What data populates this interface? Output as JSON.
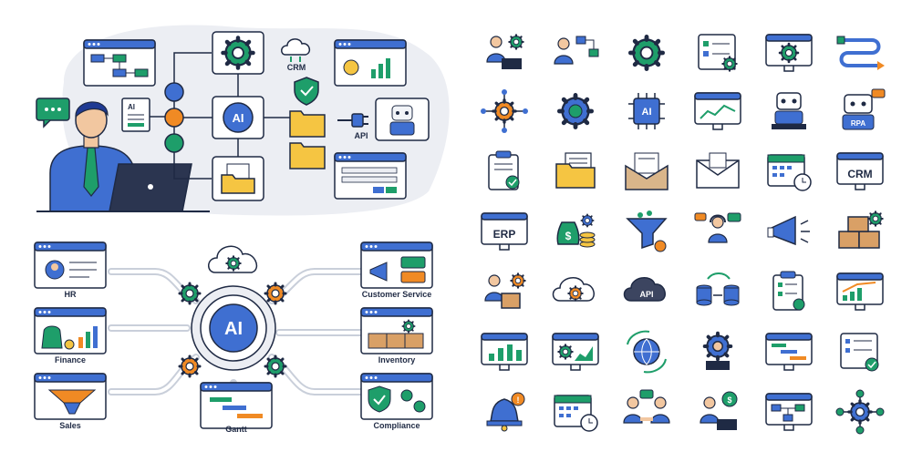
{
  "top_scene": {
    "crm_label": "CRM",
    "api_label": "API",
    "ai_label": "AI",
    "doc_label": "AI"
  },
  "hub_scene": {
    "hub_label": "AI",
    "labels": {
      "hr": "HR",
      "finance": "Finance",
      "sales": "Sales",
      "gantt": "Gantt",
      "customer_service": "Customer Service",
      "inventory": "Inventory",
      "compliance": "Compliance"
    }
  },
  "icon_grid": {
    "texts": {
      "ai_chip": "AI",
      "rpa": "RPA",
      "crm": "CRM",
      "erp": "ERP",
      "api_cloud": "API"
    },
    "rows": [
      [
        "person-laptop-gear-icon",
        "person-workflow-icon",
        "gear-icon",
        "checklist-gear-icon",
        "monitor-gear-icon",
        "pipeline-arrow-icon"
      ],
      [
        "gear-network-icon",
        "brain-gear-icon",
        "ai-chip-icon",
        "browser-chart-icon",
        "robot-laptop-icon",
        "rpa-robot-icon"
      ],
      [
        "clipboard-check-icon",
        "folder-document-icon",
        "envelope-document-icon",
        "envelope-icon",
        "calendar-clock-icon",
        "crm-monitor-icon"
      ],
      [
        "erp-monitor-icon",
        "money-bag-coins-icon",
        "funnel-coin-icon",
        "support-agent-icon",
        "megaphone-icon",
        "boxes-gear-icon"
      ],
      [
        "person-box-gear-icon",
        "cloud-gear-icon",
        "api-cloud-icon",
        "database-sync-icon",
        "clipboard-checklist-icon",
        "monitor-growth-icon"
      ],
      [
        "monitor-bar-chart-icon",
        "monitor-area-chart-icon",
        "globe-sync-icon",
        "gear-person-laptop-icon",
        "gantt-browser-icon",
        "checklist-badge-icon"
      ],
      [
        "bell-alert-icon",
        "calendar-clock-icon",
        "handshake-chat-icon",
        "person-money-chat-icon",
        "monitor-flowchart-icon",
        "gear-hub-icon"
      ]
    ]
  },
  "colors": {
    "navy": "#1f3a93",
    "blue": "#3f6fd1",
    "green": "#1e9e6a",
    "orange": "#f08a24",
    "yellow": "#f5c542",
    "ink": "#1f2a44",
    "pale": "#eceef3"
  }
}
